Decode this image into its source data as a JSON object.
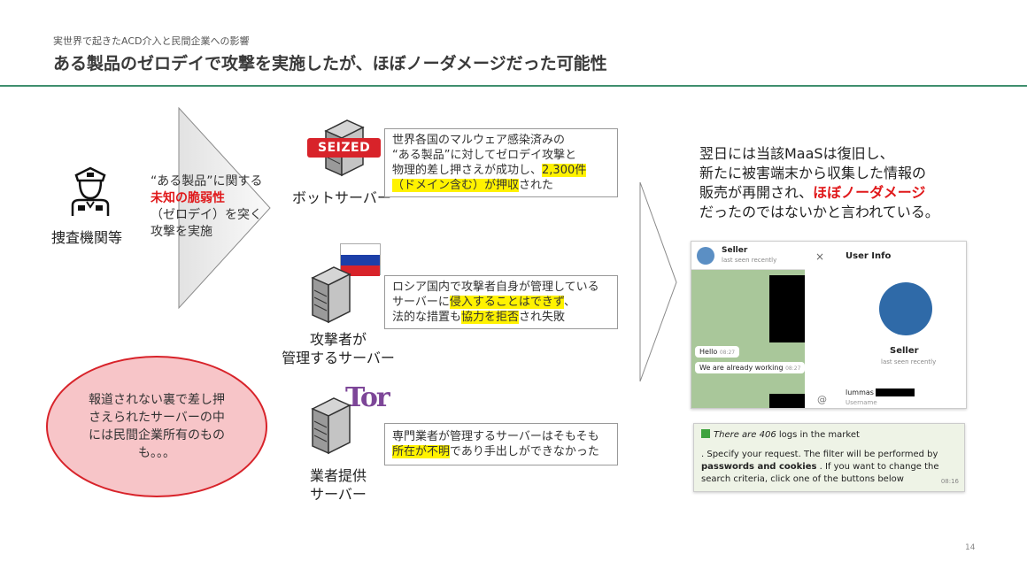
{
  "header": {
    "subtitle": "実世界で起きたACD介入と民間企業への影響",
    "title": "ある製品のゼロデイで攻撃を実施したが、ほぼノーダメージだった可能性"
  },
  "actor": {
    "label": "捜査機関等",
    "icon": "police-officer-icon"
  },
  "attack": {
    "line1": "“ある製品”に関する",
    "line2": "未知の脆弱性",
    "line3": "（ゼロデイ）を突く",
    "line4": "攻撃を実施"
  },
  "servers": [
    {
      "badge": "SEIZED",
      "label": "ボットサーバー",
      "callout_a": "世界各国のマルウェア感染済みの",
      "callout_b": "“ある製品”に対してゼロデイ攻撃と",
      "callout_c": "物理的差し押さえが成功し、",
      "callout_hl1": "2,300件",
      "callout_hl2": "（ドメイン含む）が押収",
      "callout_d": "された"
    },
    {
      "label1": "攻撃者が",
      "label2": "管理するサーバー",
      "callout_a": "ロシア国内で攻撃者自身が管理している",
      "callout_b": "サーバーに",
      "callout_hl1": "侵入することはできず",
      "callout_c": "、",
      "callout_d": "法的な措置も",
      "callout_hl2": "協力を拒否",
      "callout_e": "され失敗"
    },
    {
      "logo": "Tor",
      "label1": "業者提供",
      "label2": "サーバー",
      "callout_a": "専門業者が管理するサーバーはそもそも",
      "callout_hl1": "所在が不明",
      "callout_b": "であり手出しができなかった"
    }
  ],
  "ellipse": {
    "text": "報道されない裏で差し押さえられたサーバーの中には民間企業所有のものも。。。"
  },
  "right": {
    "line1": "翌日には当該MaaSは復旧し、",
    "line2": "新たに被害端末から収集した情報の",
    "line3a": "販売が再開され、",
    "line3b": "ほぼノーダメージ",
    "line4": "だったのではないかと言われている。"
  },
  "chat": {
    "seller": "Seller",
    "last_seen": "last seen recently",
    "msg1": "Hello",
    "msg1_time": "08:27",
    "msg2": "We are already working",
    "msg2_time": "08:27",
    "user_info": "User Info",
    "close": "×",
    "profile_name": "Seller",
    "profile_seen": "last seen recently",
    "username": "lummas",
    "username_label": "Username",
    "at": "@"
  },
  "market": {
    "line1a": "There are 406",
    "line1b": " logs in the market",
    "body_a": ". Specify your request. The filter will be performed by ",
    "body_b": "passwords and cookies",
    "body_c": " . If you want to change the search criteria, click one of the buttons below",
    "time": "08:16"
  },
  "page_number": "14",
  "colors": {
    "accent": "#3f8f6e",
    "red": "#e0191b",
    "highlight": "#fff200",
    "ellipse_fill": "#f7c5c8"
  }
}
